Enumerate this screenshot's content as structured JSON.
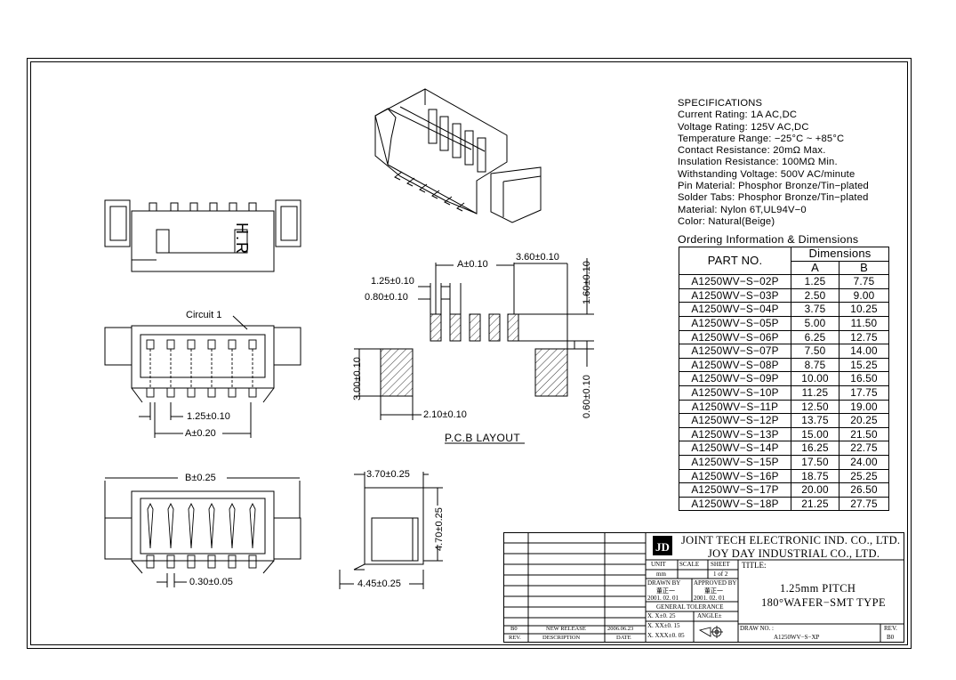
{
  "specifications": {
    "title": "SPECIFICATIONS",
    "lines": [
      "Current Rating: 1A AC,DC",
      "Voltage Rating: 125V AC,DC",
      "Temperature Range: −25°C ~ +85°C",
      "Contact Resistance: 20mΩ Max.",
      "Insulation Resistance: 100MΩ Min.",
      "Withstanding Voltage: 500V AC/minute",
      "Pin Material: Phosphor Bronze/Tin−plated",
      "Solder Tabs: Phosphor Bronze/Tin−plated",
      "Material: Nylon 6T,UL94V−0",
      "Color: Natural(Beige)"
    ]
  },
  "ordering": {
    "title": "Ordering Information & Dimensions",
    "col_part": "PART NO.",
    "col_dims": "Dimensions",
    "col_a": "A",
    "col_b": "B",
    "rows": [
      {
        "part": "A1250WV−S−02P",
        "a": "1.25",
        "b": "7.75"
      },
      {
        "part": "A1250WV−S−03P",
        "a": "2.50",
        "b": "9.00"
      },
      {
        "part": "A1250WV−S−04P",
        "a": "3.75",
        "b": "10.25"
      },
      {
        "part": "A1250WV−S−05P",
        "a": "5.00",
        "b": "11.50"
      },
      {
        "part": "A1250WV−S−06P",
        "a": "6.25",
        "b": "12.75"
      },
      {
        "part": "A1250WV−S−07P",
        "a": "7.50",
        "b": "14.00"
      },
      {
        "part": "A1250WV−S−08P",
        "a": "8.75",
        "b": "15.25"
      },
      {
        "part": "A1250WV−S−09P",
        "a": "10.00",
        "b": "16.50"
      },
      {
        "part": "A1250WV−S−10P",
        "a": "11.25",
        "b": "17.75"
      },
      {
        "part": "A1250WV−S−11P",
        "a": "12.50",
        "b": "19.00"
      },
      {
        "part": "A1250WV−S−12P",
        "a": "13.75",
        "b": "20.25"
      },
      {
        "part": "A1250WV−S−13P",
        "a": "15.00",
        "b": "21.50"
      },
      {
        "part": "A1250WV−S−14P",
        "a": "16.25",
        "b": "22.75"
      },
      {
        "part": "A1250WV−S−15P",
        "a": "17.50",
        "b": "24.00"
      },
      {
        "part": "A1250WV−S−16P",
        "a": "18.75",
        "b": "25.25"
      },
      {
        "part": "A1250WV−S−17P",
        "a": "20.00",
        "b": "26.50"
      },
      {
        "part": "A1250WV−S−18P",
        "a": "21.25",
        "b": "27.75"
      }
    ]
  },
  "drawing_labels": {
    "hr": "H.R",
    "circuit": "Circuit 1",
    "pitch_front": "1.25±0.10",
    "a_front": "A±0.20",
    "b_bottom": "B±0.25",
    "bottom_pin": "0.30±0.05",
    "side_top": "3.70±0.25",
    "side_height": "4.70±0.25",
    "side_bottom": "4.45±0.25",
    "pcb_a": "A±0.10",
    "pcb_360": "3.60±0.10",
    "pcb_125": "1.25±0.10",
    "pcb_080": "0.80±0.10",
    "pcb_160": "1.60±0.10",
    "pcb_300": "3.00±0.10",
    "pcb_210": "2.10±0.10",
    "pcb_060": "0.60±0.10",
    "pcb_title": "P.C.B LAYOUT"
  },
  "title_block": {
    "company1": "JOINT TECH ELECTRONIC IND. CO., LTD.",
    "company2": "JOY DAY INDUSTRIAL CO., LTD.",
    "unit_label": "UNIT",
    "scale_label": "SCALE",
    "sheet_label": "SHEET",
    "unit_value": "mm",
    "sheet_value": "1 of 2",
    "drawn_label": "DRAWN BY",
    "approved_label": "APPROVED BY",
    "drawn_name": "董正一",
    "approved_name": "董正一",
    "drawn_date": "2001. 02. 01",
    "approved_date": "2001. 02. 01",
    "tol_label": "GENERAL TOLERANCE",
    "tol1": "X. X±0. 25",
    "tol2": "X. XX±0. 15",
    "tol3": "X. XXX±0. 05",
    "angle_label": "ANGLE±",
    "title_label": "TITLE:",
    "title1": "1.25mm PITCH",
    "title2": "180°WAFER−SMT TYPE",
    "drawno_label": "DRAW NO. :",
    "drawno_value": "A1250WV−S−XP",
    "rev_label": "REV.",
    "rev_value": "B0",
    "rev_row_rev": "B0",
    "rev_row_desc": "NEW RELEASE",
    "rev_row_date": "2006.06.23",
    "col_rev": "REV.",
    "col_desc": "DESCRIPTION",
    "col_date": "DATE"
  }
}
